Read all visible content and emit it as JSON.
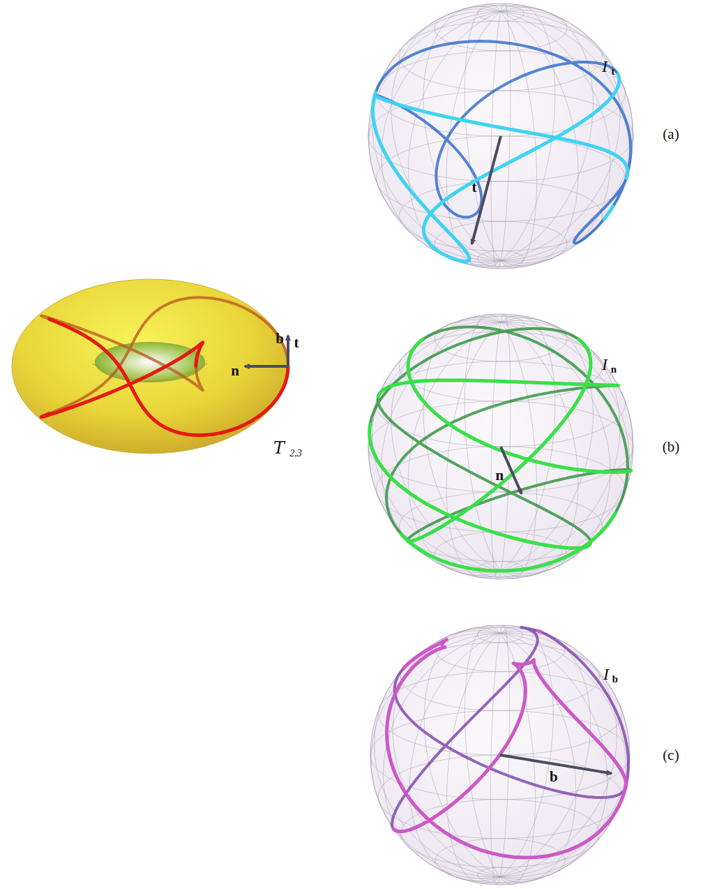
{
  "diagram": {
    "labels": [
      "I",
      "t",
      "t",
      "(a)",
      "T",
      "2,3",
      "n",
      "b",
      "t",
      "I",
      "n",
      "n",
      "(b)",
      "I",
      "b",
      "b",
      "(c)"
    ]
  }
}
